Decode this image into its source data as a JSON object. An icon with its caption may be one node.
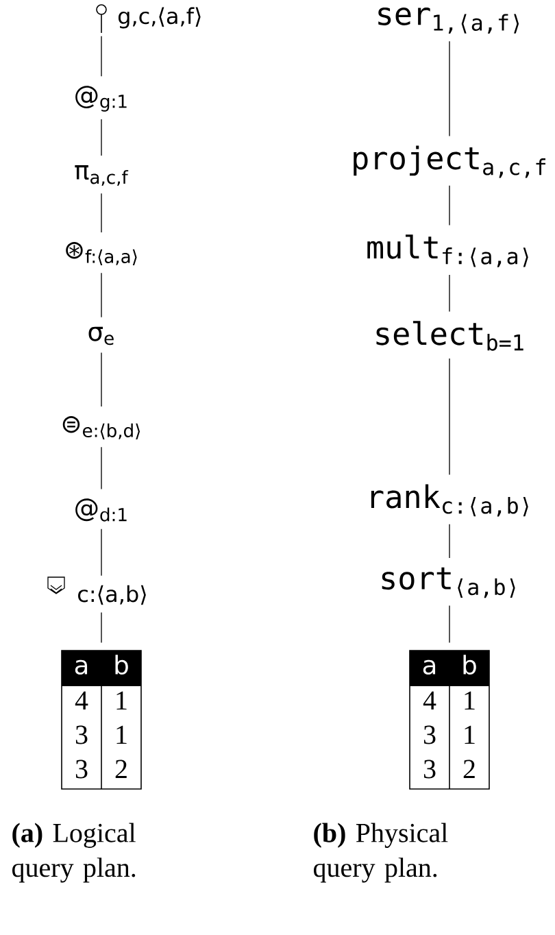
{
  "diagram": {
    "nodes": [
      {
        "text": [
          "g,c,⟨a,f⟩"
        ]
      },
      {
        "text": [
          "@$_{g:1}$"
        ]
      },
      {
        "text": [
          "π$_{a,c,f}$"
        ]
      },
      {
        "text": [
          "⊛$_{f:⟨a,a⟩}$"
        ]
      },
      {
        "text": [
          "σ$_{e}$"
        ]
      },
      {
        "text": [
          "⊜$_{e:⟨b,d⟩}$"
        ]
      },
      {
        "text": [
          "@$_{d:1}$"
        ]
      },
      {
        "text": [
          "c:⟨a,b⟩"
        ]
      },
      {
        "text": [
          "a",
          "b",
          "4",
          "1",
          "3",
          "1",
          "3",
          "2"
        ]
      },
      {
        "text": [
          "ser$_{1,⟨a,f⟩}$"
        ]
      },
      {
        "text": [
          "project$_{a,c,f}$"
        ]
      },
      {
        "text": [
          "mult$_{f:⟨a,a⟩}$"
        ]
      },
      {
        "text": [
          "select$_{b=1}$"
        ]
      },
      {
        "text": [
          "rank$_{c:⟨a,b⟩}$"
        ]
      },
      {
        "text": [
          "sort$_{⟨a,b⟩}$"
        ]
      },
      {
        "text": [
          "a",
          "b",
          "4",
          "1",
          "3",
          "1",
          "3",
          "2"
        ]
      }
    ],
    "edges": [
      {
        "from": 0,
        "to": 1,
        "arrow": "none"
      },
      {
        "from": 1,
        "to": 2,
        "arrow": "none"
      },
      {
        "from": 2,
        "to": 3,
        "arrow": "none"
      },
      {
        "from": 3,
        "to": 4,
        "arrow": "none"
      },
      {
        "from": 4,
        "to": 5,
        "arrow": "none"
      },
      {
        "from": 5,
        "to": 6,
        "arrow": "none"
      },
      {
        "from": 6,
        "to": 7,
        "arrow": "none"
      },
      {
        "from": 7,
        "to": 8,
        "arrow": "none"
      },
      {
        "from": 9,
        "to": 10,
        "arrow": "none"
      },
      {
        "from": 10,
        "to": 11,
        "arrow": "none"
      },
      {
        "from": 11,
        "to": 12,
        "arrow": "none"
      },
      {
        "from": 12,
        "to": 13,
        "arrow": "none"
      },
      {
        "from": 13,
        "to": 14,
        "arrow": "none"
      },
      {
        "from": 14,
        "to": 15,
        "arrow": "none"
      }
    ],
    "labels": [
      "**(a)** Logical query plan.",
      "**(b)** Physical query plan."
    ]
  }
}
